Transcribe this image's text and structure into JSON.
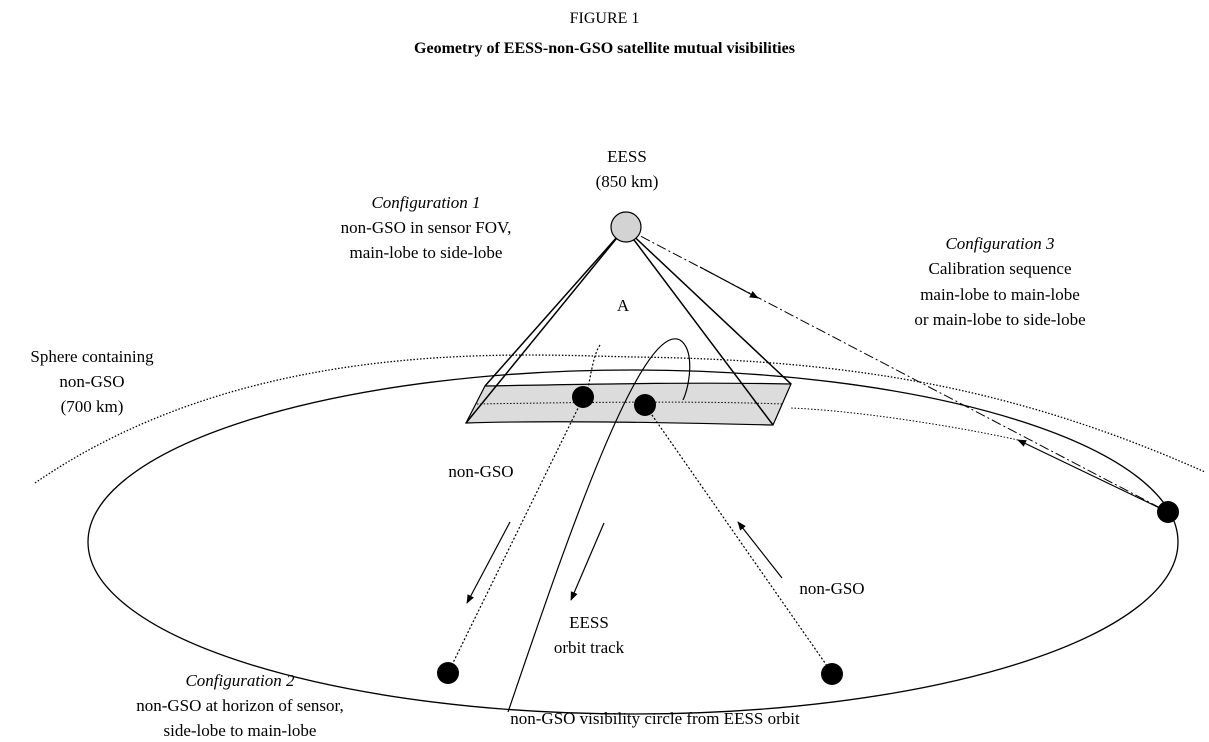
{
  "figure": {
    "label": "FIGURE 1",
    "title": "Geometry of EESS-non-GSO satellite mutual visibilities"
  },
  "labels": {
    "eess_name": "EESS",
    "eess_altitude": "(850 km)",
    "config1_title": "Configuration 1",
    "config1_line1": "non-GSO in sensor FOV,",
    "config1_line2": "main-lobe to side-lobe",
    "config3_title": "Configuration 3",
    "config3_line1": "Calibration sequence",
    "config3_line2": "main-lobe to main-lobe",
    "config3_line3": "or main-lobe to side-lobe",
    "point_a": "A",
    "sphere_line1": "Sphere containing",
    "sphere_line2": "non-GSO",
    "sphere_line3": "(700 km)",
    "nongso_left": "non-GSO",
    "nongso_right": "non-GSO",
    "track_line1": "EESS",
    "track_line2": "orbit track",
    "config2_title": "Configuration 2",
    "config2_line1": "non-GSO at horizon of sensor,",
    "config2_line2": "side-lobe to main-lobe",
    "visibility_circle": "non-GSO visibility circle from EESS orbit"
  },
  "colors": {
    "eess_fill": "#d3d3d3",
    "swath_fill": "#dcdcdc",
    "satellite_fill": "#000000"
  }
}
